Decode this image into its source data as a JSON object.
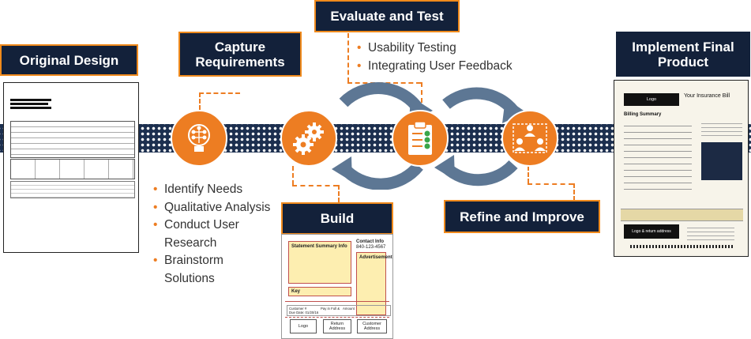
{
  "stages": {
    "original_design": "Original Design",
    "capture_requirements": "Capture Requirements",
    "evaluate_and_test": "Evaluate and Test",
    "build": "Build",
    "refine_and_improve": "Refine and Improve",
    "implement_final_product": "Implement Final Product"
  },
  "capture_bullets": [
    "Identify  Needs",
    "Qualitative  Analysis",
    "Conduct User Research",
    "Brainstorm Solutions"
  ],
  "evaluate_bullets": [
    "Usability Testing",
    "Integrating  User Feedback"
  ],
  "wireframe": {
    "summary": "Statement Summary Info",
    "contact": "Contact Info",
    "phone": "840-123-4567",
    "ad": "Advertisement",
    "key": "Key",
    "customer": "Customer #",
    "due": "Due Date: 01/20/16",
    "pay": "Pay in Full &",
    "amount": "Amount",
    "logo": "Logo",
    "return_address": "Return Address",
    "customer_address": "Customer Address"
  },
  "final_doc": {
    "logo": "Logo",
    "heading": "Your Insurance Bill",
    "summary": "Billing Summary",
    "logo_return": "Logo & return address"
  },
  "colors": {
    "accent": "#ed7d22",
    "navy": "#13213a",
    "band": "#1c2f4f",
    "arrow": "#5d7794"
  }
}
